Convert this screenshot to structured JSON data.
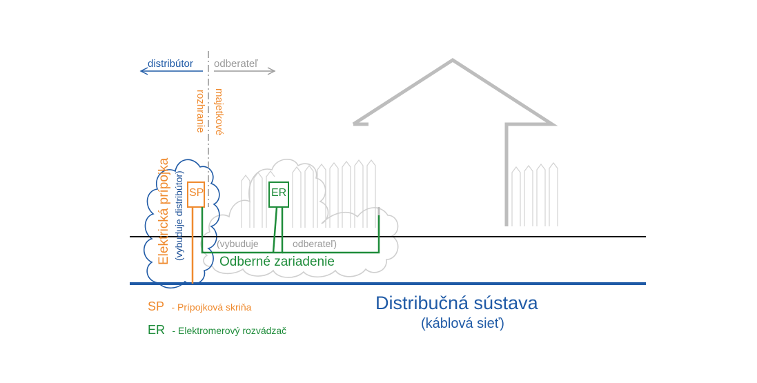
{
  "colors": {
    "blue": "#1f5aa6",
    "dark_blue": "#1b4f96",
    "orange": "#ef8a2e",
    "green": "#1e8c3a",
    "gray": "#9a9a9a",
    "light_gray": "#c8c8c8",
    "black": "#111111"
  },
  "header": {
    "left_label": "distribútor",
    "right_label": "odberateľ"
  },
  "boundary": {
    "word1": "rozhranie",
    "word2": "majetkové"
  },
  "connection": {
    "label": "Elektrická prípojka",
    "sublabel": "(vybuduje distribútor)"
  },
  "boxes": {
    "sp": "SP",
    "er": "ER"
  },
  "consumer": {
    "note_part1": "(vybuduje",
    "note_part2": "odberateľ)",
    "label": "Odberné zariadenie"
  },
  "network": {
    "title": "Distribučná sústava",
    "subtitle": "(káblová sieť)"
  },
  "legend": [
    {
      "abbr": "SP",
      "text": "- Prípojková skriňa",
      "color": "#ef8a2e"
    },
    {
      "abbr": "ER",
      "text": "- Elektromerový rozvádzač",
      "color": "#1e8c3a"
    }
  ]
}
